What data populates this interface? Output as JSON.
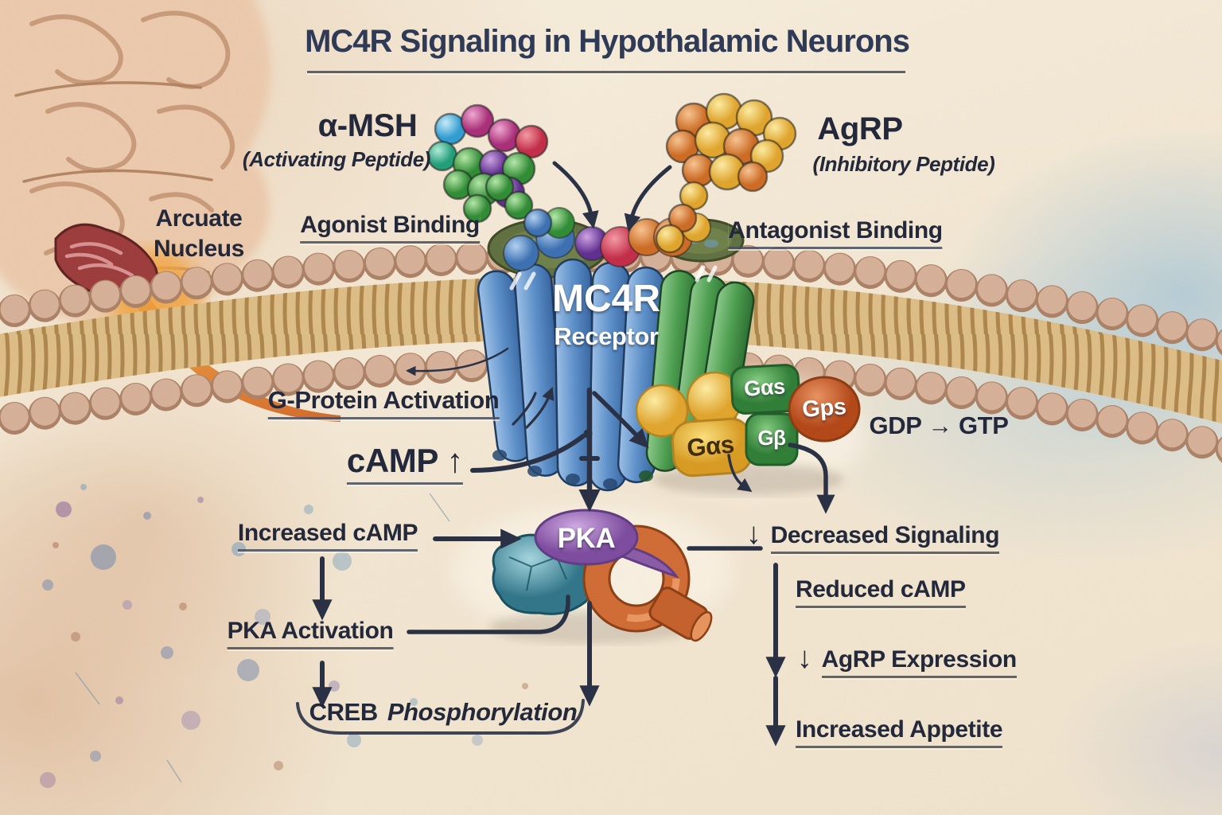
{
  "title": "MC4R Signaling in Hypothalamic Neurons",
  "anatomy": {
    "arcuate_line1": "Arcuate",
    "arcuate_line2": "Nucleus"
  },
  "ligands": {
    "agonist": {
      "name": "α-MSH",
      "subtitle": "(Activating Peptide)",
      "binding": "Agonist Binding"
    },
    "antagonist": {
      "name": "AgRP",
      "subtitle": "(Inhibitory Peptide)",
      "binding": "Antagonist Binding"
    }
  },
  "receptor": {
    "name": "MC4R",
    "subtitle": "Receptor"
  },
  "activation_pathway": {
    "g_protein_activation": "G-Protein Activation",
    "camp_rise": "cAMP ↑",
    "increased_camp": "Increased cAMP",
    "pka": "PKA",
    "pka_activation": "PKA Activation",
    "creb": "CREB",
    "creb_suffix": "Phosphorylation"
  },
  "g_proteins": {
    "gdp_gtp": "GDP → GTP",
    "units": {
      "alpha_yellow": "Gαs",
      "alpha_green": "Gαs",
      "beta": "Gβ",
      "gamma": "Gps"
    }
  },
  "inhibition_pathway": {
    "down_arrow": "↓",
    "decreased_signaling": "Decreased Signaling",
    "reduced_camp": "Reduced cAMP",
    "agrp_expression": "AgRP Expression",
    "increased_appetite": "Increased Appetite"
  },
  "colors": {
    "ink": "#272e42",
    "title_text": "#2f3a57",
    "label_text": "#23283a",
    "receptor_blue": "#5b8fc9",
    "receptor_green": "#4b9e4e",
    "membrane_head": "#d6b097",
    "membrane_tail": "#a87f45",
    "g_alpha_yellow": "#f0c23c",
    "g_green": "#3f9e4a",
    "g_orange": "#cc5a2c",
    "pka_purple": "#9a68b5",
    "pka_teal": "#4f93a8",
    "pka_ring_orange": "#d06a33",
    "agrp_yellow": "#f2cf4e",
    "agrp_orange": "#e6903c"
  }
}
